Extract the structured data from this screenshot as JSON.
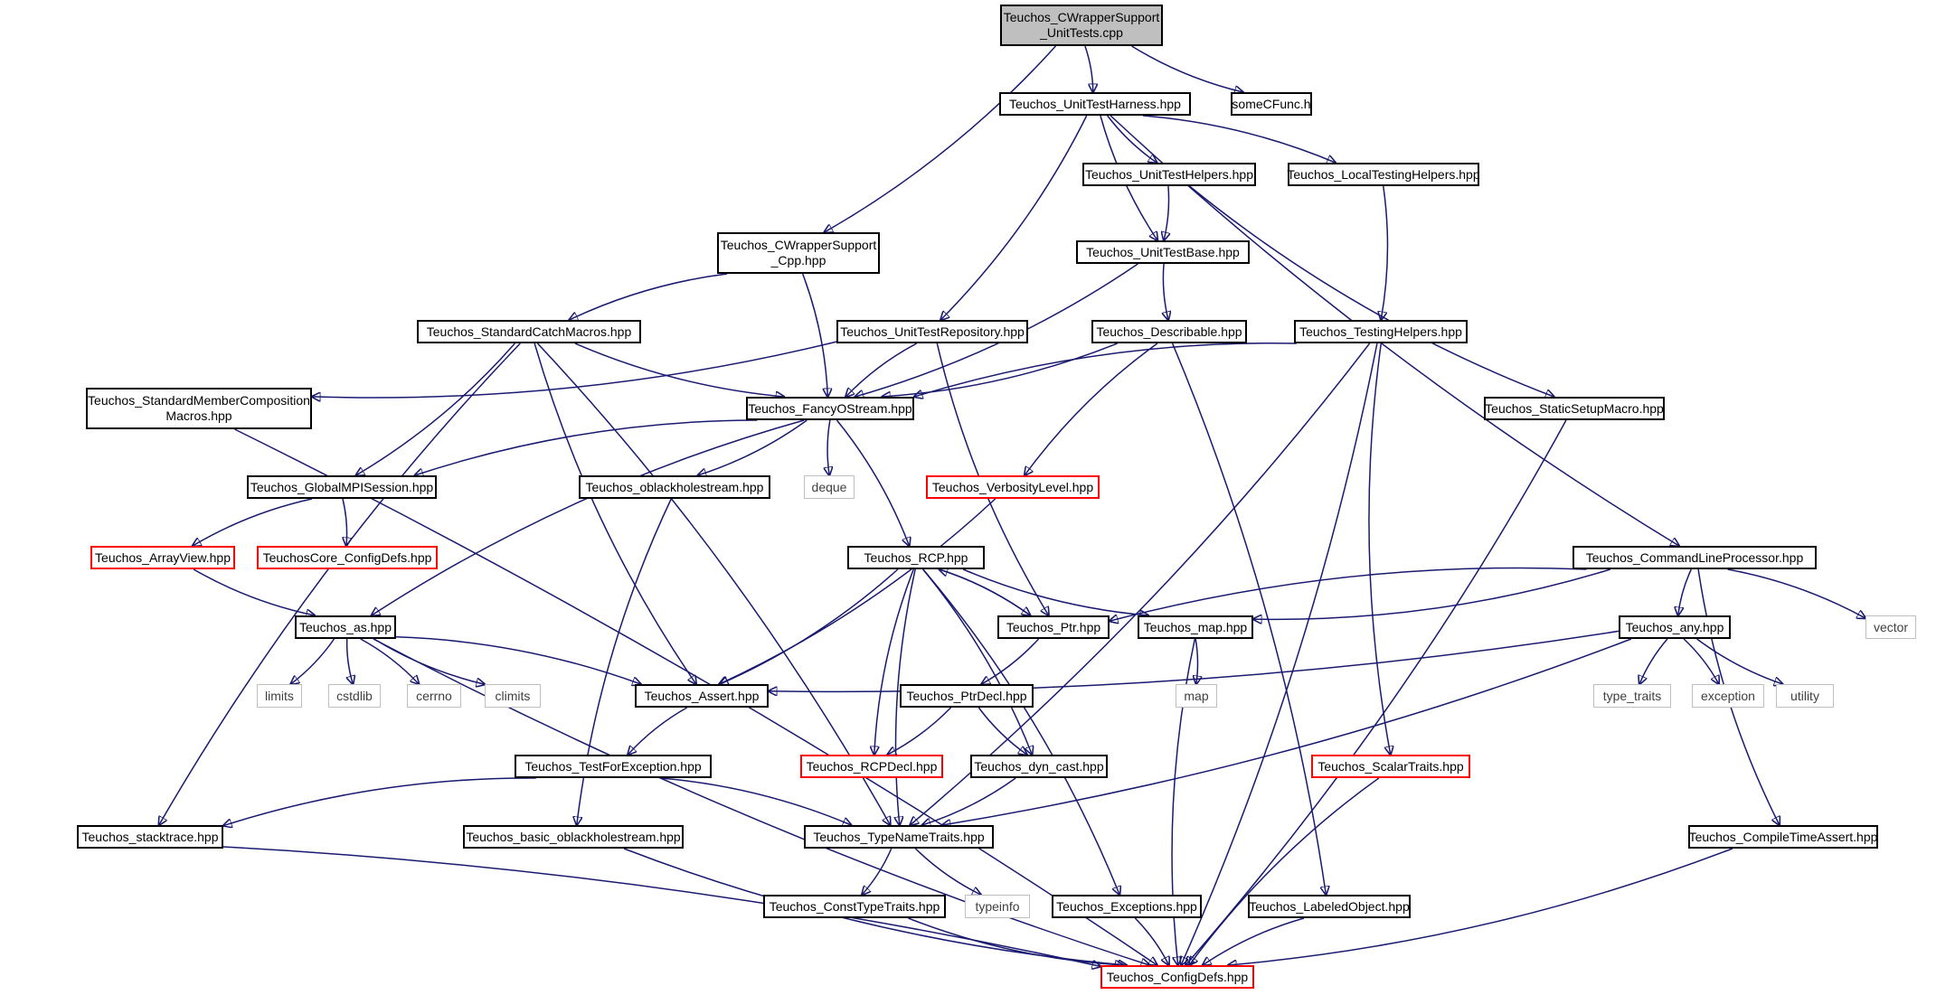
{
  "colors": {
    "edge": "#191970",
    "root_fill": "#bfbfbf",
    "red_border": "#ff0000",
    "std_border": "#bfbfbf"
  },
  "nodes": [
    {
      "id": "root",
      "label": "Teuchos_CWrapperSupport\n_UnitTests.cpp",
      "kind": "root"
    },
    {
      "id": "harness",
      "label": "Teuchos_UnitTestHarness.hpp",
      "kind": "normal"
    },
    {
      "id": "somecfunc",
      "label": "someCFunc.h",
      "kind": "normal"
    },
    {
      "id": "helpers",
      "label": "Teuchos_UnitTestHelpers.hpp",
      "kind": "normal"
    },
    {
      "id": "localtest",
      "label": "Teuchos_LocalTestingHelpers.hpp",
      "kind": "normal"
    },
    {
      "id": "cwrapcpp",
      "label": "Teuchos_CWrapperSupport\n_Cpp.hpp",
      "kind": "normal"
    },
    {
      "id": "testbase",
      "label": "Teuchos_UnitTestBase.hpp",
      "kind": "normal"
    },
    {
      "id": "stdcatch",
      "label": "Teuchos_StandardCatchMacros.hpp",
      "kind": "normal"
    },
    {
      "id": "repository",
      "label": "Teuchos_UnitTestRepository.hpp",
      "kind": "normal"
    },
    {
      "id": "describable",
      "label": "Teuchos_Describable.hpp",
      "kind": "normal"
    },
    {
      "id": "testinghelpers",
      "label": "Teuchos_TestingHelpers.hpp",
      "kind": "normal"
    },
    {
      "id": "stdmember",
      "label": "Teuchos_StandardMemberComposition\nMacros.hpp",
      "kind": "normal"
    },
    {
      "id": "fancy",
      "label": "Teuchos_FancyOStream.hpp",
      "kind": "normal"
    },
    {
      "id": "staticsetup",
      "label": "Teuchos_StaticSetupMacro.hpp",
      "kind": "normal"
    },
    {
      "id": "globalmpi",
      "label": "Teuchos_GlobalMPISession.hpp",
      "kind": "normal"
    },
    {
      "id": "oblack",
      "label": "Teuchos_oblackholestream.hpp",
      "kind": "normal"
    },
    {
      "id": "deque",
      "label": "deque",
      "kind": "std"
    },
    {
      "id": "verbosity",
      "label": "Teuchos_VerbosityLevel.hpp",
      "kind": "red"
    },
    {
      "id": "arrayview",
      "label": "Teuchos_ArrayView.hpp",
      "kind": "red"
    },
    {
      "id": "coreconfig",
      "label": "TeuchosCore_ConfigDefs.hpp",
      "kind": "red"
    },
    {
      "id": "rcp",
      "label": "Teuchos_RCP.hpp",
      "kind": "normal"
    },
    {
      "id": "cmdline",
      "label": "Teuchos_CommandLineProcessor.hpp",
      "kind": "normal"
    },
    {
      "id": "as",
      "label": "Teuchos_as.hpp",
      "kind": "normal"
    },
    {
      "id": "ptr",
      "label": "Teuchos_Ptr.hpp",
      "kind": "normal"
    },
    {
      "id": "map",
      "label": "Teuchos_map.hpp",
      "kind": "normal"
    },
    {
      "id": "any",
      "label": "Teuchos_any.hpp",
      "kind": "normal"
    },
    {
      "id": "vector",
      "label": "vector",
      "kind": "std"
    },
    {
      "id": "limits",
      "label": "limits",
      "kind": "std"
    },
    {
      "id": "cstdlib",
      "label": "cstdlib",
      "kind": "std"
    },
    {
      "id": "cerrno",
      "label": "cerrno",
      "kind": "std"
    },
    {
      "id": "climits",
      "label": "climits",
      "kind": "std"
    },
    {
      "id": "assert",
      "label": "Teuchos_Assert.hpp",
      "kind": "normal"
    },
    {
      "id": "ptrdecl",
      "label": "Teuchos_PtrDecl.hpp",
      "kind": "normal"
    },
    {
      "id": "mapstd",
      "label": "map",
      "kind": "std"
    },
    {
      "id": "typetraits",
      "label": "type_traits",
      "kind": "std"
    },
    {
      "id": "exception",
      "label": "exception",
      "kind": "std"
    },
    {
      "id": "utility",
      "label": "utility",
      "kind": "std"
    },
    {
      "id": "rcpdecl",
      "label": "Teuchos_RCPDecl.hpp",
      "kind": "red"
    },
    {
      "id": "dyncast",
      "label": "Teuchos_dyn_cast.hpp",
      "kind": "normal"
    },
    {
      "id": "testforexc",
      "label": "Teuchos_TestForException.hpp",
      "kind": "normal"
    },
    {
      "id": "scalartraits",
      "label": "Teuchos_ScalarTraits.hpp",
      "kind": "red"
    },
    {
      "id": "stacktrace",
      "label": "Teuchos_stacktrace.hpp",
      "kind": "normal"
    },
    {
      "id": "basicoblack",
      "label": "Teuchos_basic_oblackholestream.hpp",
      "kind": "normal"
    },
    {
      "id": "typename",
      "label": "Teuchos_TypeNameTraits.hpp",
      "kind": "normal"
    },
    {
      "id": "compiletime",
      "label": "Teuchos_CompileTimeAssert.hpp",
      "kind": "normal"
    },
    {
      "id": "consttype",
      "label": "Teuchos_ConstTypeTraits.hpp",
      "kind": "normal"
    },
    {
      "id": "typeinfo",
      "label": "typeinfo",
      "kind": "std"
    },
    {
      "id": "exceptions",
      "label": "Teuchos_Exceptions.hpp",
      "kind": "normal"
    },
    {
      "id": "labeled",
      "label": "Teuchos_LabeledObject.hpp",
      "kind": "normal"
    },
    {
      "id": "configdefs",
      "label": "Teuchos_ConfigDefs.hpp",
      "kind": "red"
    }
  ],
  "edges": [
    [
      "root",
      "harness"
    ],
    [
      "root",
      "somecfunc"
    ],
    [
      "root",
      "cwrapcpp"
    ],
    [
      "harness",
      "helpers"
    ],
    [
      "harness",
      "localtest"
    ],
    [
      "harness",
      "testbase"
    ],
    [
      "harness",
      "repository"
    ],
    [
      "harness",
      "cmdline"
    ],
    [
      "helpers",
      "testbase"
    ],
    [
      "helpers",
      "staticsetup"
    ],
    [
      "localtest",
      "testinghelpers"
    ],
    [
      "cwrapcpp",
      "stdcatch"
    ],
    [
      "cwrapcpp",
      "fancy"
    ],
    [
      "testbase",
      "describable"
    ],
    [
      "testbase",
      "fancy"
    ],
    [
      "repository",
      "fancy"
    ],
    [
      "repository",
      "stdmember"
    ],
    [
      "repository",
      "ptr"
    ],
    [
      "describable",
      "fancy"
    ],
    [
      "describable",
      "verbosity"
    ],
    [
      "describable",
      "labeled"
    ],
    [
      "testinghelpers",
      "fancy"
    ],
    [
      "testinghelpers",
      "typename"
    ],
    [
      "testinghelpers",
      "scalartraits"
    ],
    [
      "testinghelpers",
      "configdefs"
    ],
    [
      "stdcatch",
      "fancy"
    ],
    [
      "stdcatch",
      "globalmpi"
    ],
    [
      "stdcatch",
      "assert"
    ],
    [
      "stdcatch",
      "typename"
    ],
    [
      "stdcatch",
      "stacktrace"
    ],
    [
      "stdmember",
      "configdefs"
    ],
    [
      "fancy",
      "globalmpi"
    ],
    [
      "fancy",
      "oblack"
    ],
    [
      "fancy",
      "deque"
    ],
    [
      "fancy",
      "rcp"
    ],
    [
      "fancy",
      "as"
    ],
    [
      "staticsetup",
      "configdefs"
    ],
    [
      "globalmpi",
      "arrayview"
    ],
    [
      "globalmpi",
      "coreconfig"
    ],
    [
      "oblack",
      "basicoblack"
    ],
    [
      "verbosity",
      "assert"
    ],
    [
      "arrayview",
      "as"
    ],
    [
      "rcp",
      "ptr"
    ],
    [
      "rcp",
      "map"
    ],
    [
      "rcp",
      "assert"
    ],
    [
      "rcp",
      "rcpdecl"
    ],
    [
      "rcp",
      "dyncast"
    ],
    [
      "rcp",
      "typename"
    ],
    [
      "rcp",
      "exceptions"
    ],
    [
      "ptr",
      "rcp"
    ],
    [
      "ptr",
      "ptrdecl"
    ],
    [
      "cmdline",
      "ptr"
    ],
    [
      "cmdline",
      "map"
    ],
    [
      "cmdline",
      "any"
    ],
    [
      "cmdline",
      "vector"
    ],
    [
      "cmdline",
      "compiletime"
    ],
    [
      "as",
      "limits"
    ],
    [
      "as",
      "cstdlib"
    ],
    [
      "as",
      "cerrno"
    ],
    [
      "as",
      "climits"
    ],
    [
      "as",
      "assert"
    ],
    [
      "as",
      "configdefs"
    ],
    [
      "map",
      "mapstd"
    ],
    [
      "map",
      "configdefs"
    ],
    [
      "any",
      "assert"
    ],
    [
      "any",
      "typetraits"
    ],
    [
      "any",
      "exception"
    ],
    [
      "any",
      "utility"
    ],
    [
      "any",
      "typename"
    ],
    [
      "assert",
      "testforexc"
    ],
    [
      "ptrdecl",
      "rcpdecl"
    ],
    [
      "ptrdecl",
      "dyncast"
    ],
    [
      "dyncast",
      "typename"
    ],
    [
      "testforexc",
      "stacktrace"
    ],
    [
      "testforexc",
      "typename"
    ],
    [
      "scalartraits",
      "configdefs"
    ],
    [
      "stacktrace",
      "configdefs"
    ],
    [
      "basicoblack",
      "configdefs"
    ],
    [
      "typename",
      "consttype"
    ],
    [
      "typename",
      "typeinfo"
    ],
    [
      "compiletime",
      "configdefs"
    ],
    [
      "consttype",
      "configdefs"
    ],
    [
      "exceptions",
      "configdefs"
    ],
    [
      "labeled",
      "configdefs"
    ]
  ]
}
